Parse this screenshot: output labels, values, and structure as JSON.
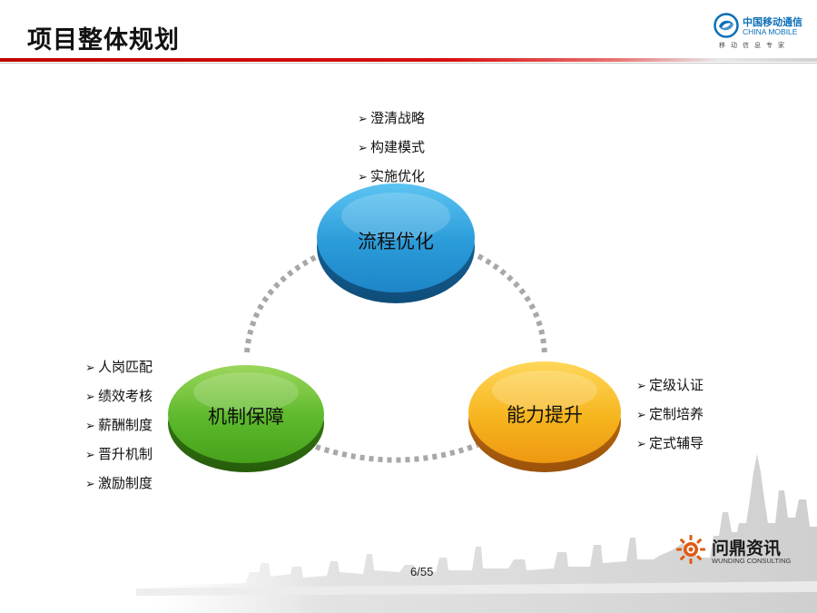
{
  "header": {
    "title": "项目整体规划",
    "logo": {
      "name_cn": "中国移动通信",
      "name_en": "CHINA MOBILE",
      "slogan": "移动信息专家",
      "color": "#0b6fb8"
    }
  },
  "diagram": {
    "nodes": [
      {
        "label": "流程优化",
        "color": "#2a9bd9",
        "items": [
          "澄清战略",
          "构建模式",
          "实施优化"
        ]
      },
      {
        "label": "机制保障",
        "color": "#5cb82b",
        "items": [
          "人岗匹配",
          "绩效考核",
          "薪酬制度",
          "晋升机制",
          "激励制度"
        ]
      },
      {
        "label": "能力提升",
        "color": "#f0a418",
        "items": [
          "定级认证",
          "定制培养",
          "定式辅导"
        ]
      }
    ],
    "connector_color": "#a8a8a8"
  },
  "footer": {
    "page": "6/55",
    "company_cn": "问鼎资讯",
    "company_en": "WUNDING CONSULTING",
    "company_color": "#e05a10"
  }
}
